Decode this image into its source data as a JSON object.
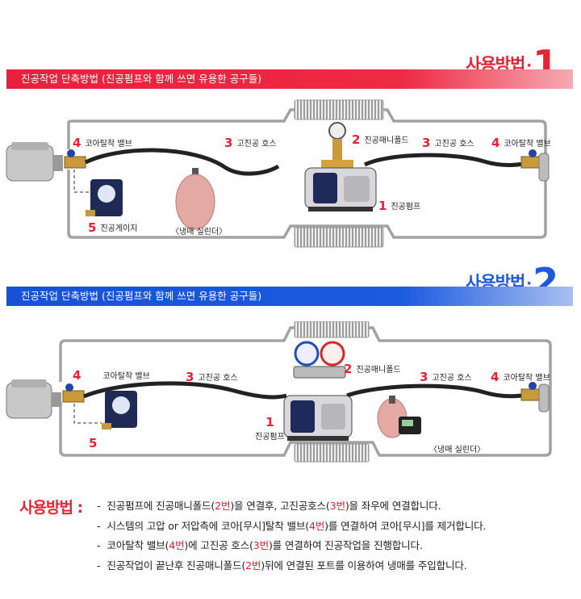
{
  "section1": {
    "title_label": "사용방법",
    "title_dot": "·",
    "title_number": "1",
    "banner": "진공작업 단축방법 (진공펌프와 함께 쓰면 유용한 공구들)",
    "labels": {
      "valve_left": {
        "num": "4",
        "text": "코아탈착 밸브"
      },
      "hose_left": {
        "num": "3",
        "text": "고진공 호스"
      },
      "manifold": {
        "num": "2",
        "text": "진공매니폴드"
      },
      "hose_right": {
        "num": "3",
        "text": "고진공 호스"
      },
      "valve_right": {
        "num": "4",
        "text": "코아탈착 밸브"
      },
      "pump": {
        "num": "1",
        "text": "진공펌프"
      },
      "gauge": {
        "num": "5",
        "text": "진공게이지"
      },
      "cylinder": "〈냉매 실린더〉"
    }
  },
  "section2": {
    "title_label": "사용방법",
    "title_dot": "·",
    "title_number": "2",
    "banner": "진공작업 단축방법 (진공펌프와 함께 쓰면 유용한 공구들)",
    "labels": {
      "valve_left": {
        "num": "4",
        "text": "코아탈착 밸브"
      },
      "hose_left": {
        "num": "3",
        "text": "고진공 호스"
      },
      "manifold": {
        "num": "2",
        "text": "진공매니폴드"
      },
      "hose_right": {
        "num": "3",
        "text": "고진공 호스"
      },
      "valve_right": {
        "num": "4",
        "text": "코아탈착 밸브"
      },
      "pump": {
        "num": "1",
        "text": "진공펌프"
      },
      "gauge": {
        "num": "5"
      },
      "cylinder": "〈냉매 실린더〉"
    }
  },
  "instructions": {
    "heading": "사용방법 :",
    "dash": "-",
    "items": [
      {
        "a": "진공펌프에 진공매니폴드(",
        "hl": "2번",
        "b": ")을 연결후, 고진공호스(",
        "hl2": "3번",
        "c": ")을 좌우에 연결합니다."
      },
      {
        "a": "시스템의 고압 or 저압측에 코아[무시]탈착 밸브(",
        "hl": "4번",
        "b": ")를 연결하여 코아[무시]를 제거합니다.",
        "hl2": "",
        "c": ""
      },
      {
        "a": "코아탈착 밸브(",
        "hl": "4번",
        "b": ")에 고진공 호스(",
        "hl2": "3번",
        "c": ")를 연결하여 진공작업을 진행합니다."
      },
      {
        "a": "진공작업이 끝난후 진공매니폴드(",
        "hl": "2번",
        "b": ")뒤에 연결된 포트를 이용하여 냉매를 주입합니다.",
        "hl2": "",
        "c": ""
      }
    ]
  },
  "colors": {
    "accent_red": "#e62334",
    "accent_blue": "#1c5ae0",
    "pipe": "#9a9a9a"
  }
}
